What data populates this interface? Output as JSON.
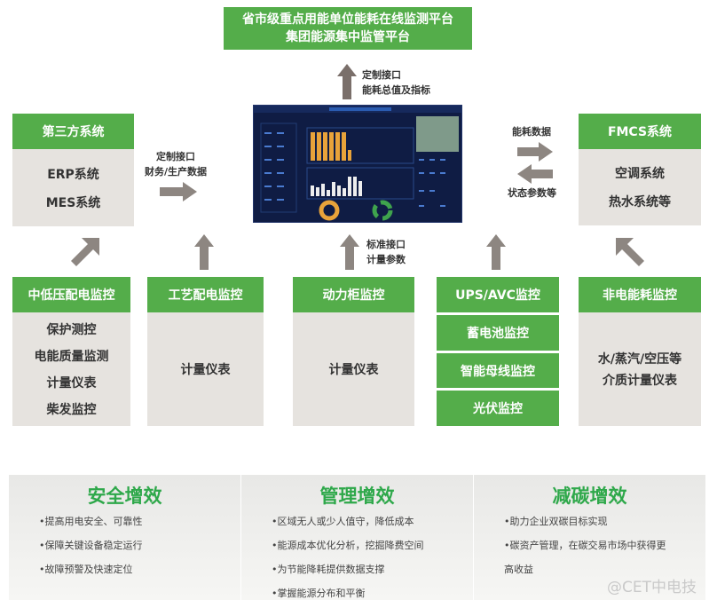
{
  "top_platform": {
    "line1": "省市级重点用能单位能耗在线监测平台",
    "line2": "集团能源集中监管平台"
  },
  "up_link": {
    "line1": "定制接口",
    "line2": "能耗总值及指标"
  },
  "third_party": {
    "title": "第三方系统",
    "items": [
      "ERP系统",
      "MES系统"
    ]
  },
  "left_link": {
    "line1": "定制接口",
    "line2": "财务/生产数据"
  },
  "fmcs": {
    "title": "FMCS系统",
    "items": [
      "空调系统",
      "热水系统等"
    ]
  },
  "right_link": {
    "top": "能耗数据",
    "bottom": "状态参数等"
  },
  "center_link": {
    "line1": "标准接口",
    "line2": "计量参数"
  },
  "modules": [
    {
      "title": "中低压配电监控",
      "items": [
        "保护测控",
        "电能质量监测",
        "计量仪表",
        "柴发监控"
      ]
    },
    {
      "title": "工艺配电监控",
      "items": [
        "计量仪表"
      ]
    },
    {
      "title": "动力柜监控",
      "items": [
        "计量仪表"
      ]
    },
    {
      "title": "UPS/AVC监控",
      "items": [
        "蓄电池监控",
        "智能母线监控",
        "光伏监控"
      ]
    },
    {
      "title": "非电能耗监控",
      "items": [
        "水/蒸汽/空压等",
        "介质计量仪表"
      ]
    }
  ],
  "benefits": [
    {
      "title": "安全增效",
      "items": [
        "•提高用电安全、可靠性",
        "•保障关键设备稳定运行",
        "•故障预警及快速定位"
      ]
    },
    {
      "title": "管理增效",
      "items": [
        "•区域无人或少人值守，降低成本",
        "•能源成本优化分析，挖掘降费空间",
        "•为节能降耗提供数据支撑",
        "•掌握能源分布和平衡"
      ]
    },
    {
      "title": "减碳增效",
      "items": [
        "•助力企业双碳目标实现",
        "•碳资产管理，在碳交易市场中获得更",
        "高收益"
      ]
    }
  ],
  "watermark": "@CET中电技",
  "colors": {
    "green": "#54ad4a",
    "gray": "#e6e3df",
    "arrow": "#8d8681",
    "navy": "#0f1c44"
  }
}
